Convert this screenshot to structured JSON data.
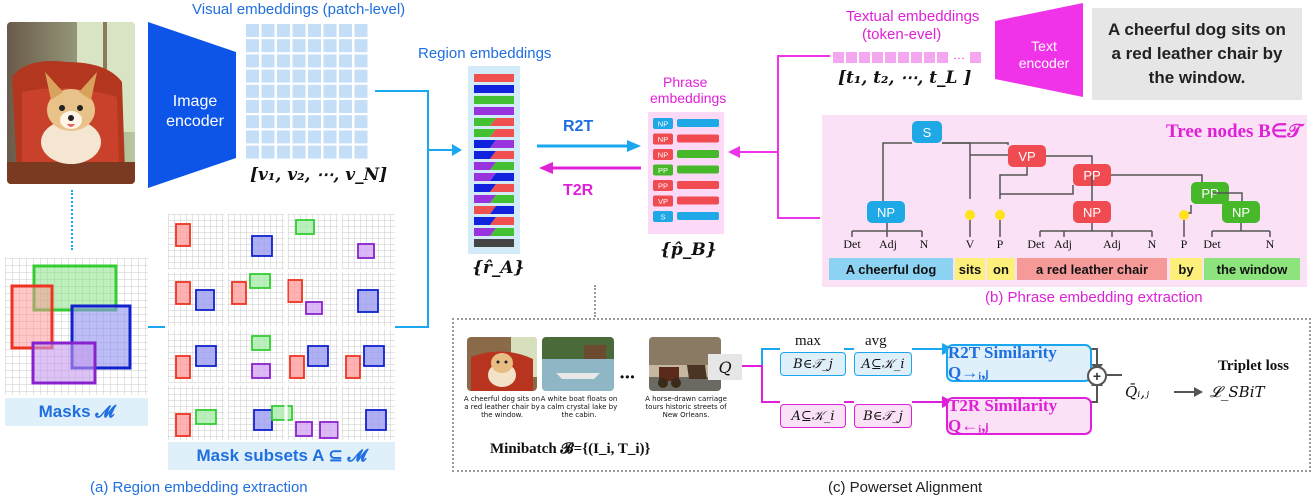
{
  "region": {
    "visual_embeddings_label": "Visual embeddings (patch-level)",
    "image_encoder_label": "Image encoder",
    "visual_vec": "[v₁, v₂, ⋯, v_N]",
    "region_embeddings_label": "Region embeddings",
    "region_set": "{r̂_A}",
    "masks_label": "Masks 𝓜",
    "mask_subsets_label": "Mask subsets A ⊆ 𝓜",
    "caption": "(a) Region embedding extraction"
  },
  "phrase": {
    "textual_embeddings_label_1": "Textual embeddings",
    "textual_embeddings_label_2": "(token-evel)",
    "text_vec": "[t₁, t₂, ⋯, t_L ]",
    "text_encoder_label": "Text encoder",
    "sentence": "A cheerful dog sits on a red leather chair by the window.",
    "phrase_embeddings_label_1": "Phrase",
    "phrase_embeddings_label_2": "embeddings",
    "phrase_set": "{p̂_B}",
    "tree_title": "Tree nodes B∈𝒯",
    "caption": "(b) Phrase embedding extraction",
    "phrase_tags": [
      "NP",
      "NP",
      "NP",
      "PP",
      "PP",
      "VP",
      "S"
    ],
    "nodes": {
      "s": "S",
      "vp": "VP",
      "pp1": "PP",
      "pp2": "PP",
      "np_left": "NP",
      "np_mid": "NP",
      "np_right": "NP"
    },
    "pos_tags": [
      "Det",
      "Adj",
      "N",
      "V",
      "P",
      "Det",
      "Adj",
      "Adj",
      "N",
      "P",
      "Det",
      "N"
    ],
    "chunks": [
      "A cheerful dog",
      "sits",
      "on",
      "a red leather chair",
      "by",
      "the window"
    ]
  },
  "arrows": {
    "r2t": "R2T",
    "t2r": "T2R"
  },
  "powerset": {
    "captions": [
      "A cheerful dog sits on a red leather chair by the window.",
      "A white boat floats on a calm crystal lake by the cabin.",
      "A horse-drawn carriage tours historic streets of New Orleans."
    ],
    "ellipsis": "•••",
    "minibatch": "Minibatch 𝓑={(I_i, T_i)}",
    "q_label": "Q",
    "max_label": "max",
    "avg_label": "avg",
    "cond_top_1": "B∈𝒯_j",
    "cond_top_2": "A⊆𝒦_i",
    "cond_bot_1": "A⊆𝒦_i",
    "cond_bot_2": "B∈𝒯_j",
    "r2t_sim": "R2T Similarity Q→ᵢ,ⱼ",
    "t2r_sim": "T2R Similarity Q←ᵢ,ⱼ",
    "plus": "+",
    "qbar": "Q̄ᵢ,ⱼ",
    "triplet_label": "Triplet loss",
    "loss": "𝓛_SBiT",
    "caption": "(c) Powerset Alignment"
  },
  "colors": {
    "blue": "#1f6fe0",
    "cyan": "#1aa7ef",
    "magenta": "#e020d8",
    "red": "#f05050",
    "green": "#44c033",
    "purple": "#9933dd",
    "node_blue": "#1fa8e6",
    "node_red": "#f04b50",
    "node_green": "#46b82a"
  }
}
